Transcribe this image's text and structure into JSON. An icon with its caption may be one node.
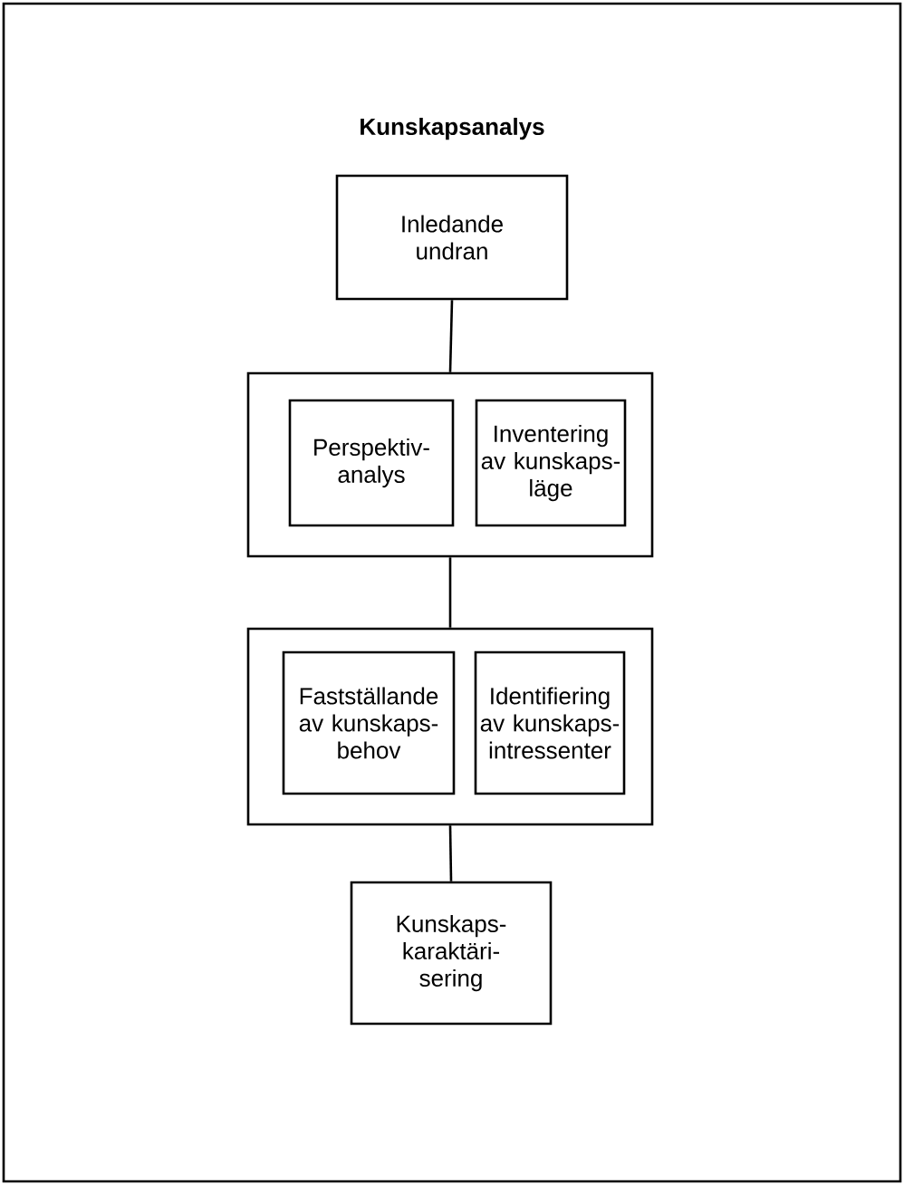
{
  "diagram": {
    "nodes": [
      {
        "text": [
          "Kunskapsanalys"
        ]
      },
      {
        "text": [
          "Inledande undran"
        ],
        "in": 0
      },
      {
        "text": [],
        "shape": "box",
        "in": 0
      },
      {
        "text": [
          "Perspektiv- analys"
        ],
        "in": 2
      },
      {
        "text": [
          "Inventering av kunskaps- läge"
        ],
        "in": 2
      },
      {
        "text": [],
        "shape": "box",
        "in": 0
      },
      {
        "text": [
          "Fastställande av kunskaps- behov"
        ],
        "in": 5
      },
      {
        "text": [
          "Identifiering av kunskaps- intressenter"
        ],
        "in": 5
      },
      {
        "text": [
          "Kunskaps- karaktäri- sering"
        ],
        "in": 0
      }
    ],
    "edges": [
      {
        "from": 1,
        "to": 2,
        "arrow": "none"
      },
      {
        "from": 2,
        "to": 5,
        "arrow": "none"
      },
      {
        "from": 5,
        "to": 8,
        "arrow": "none"
      }
    ]
  }
}
